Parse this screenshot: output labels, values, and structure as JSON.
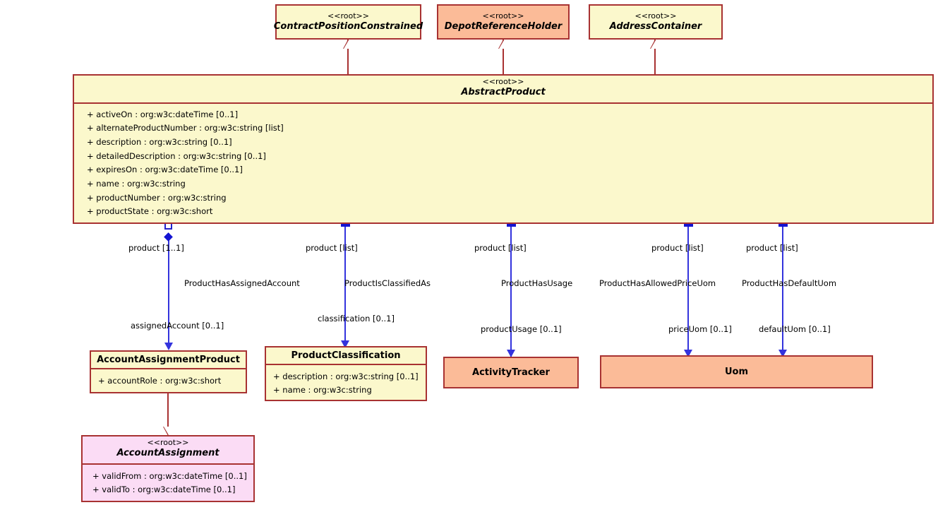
{
  "diagram": {
    "title": "AbstractProduct UML class diagram",
    "colors": {
      "class_border": "#a83232",
      "class_fill_yellow": "#fbf8cc",
      "class_fill_orange": "#fbbb98",
      "class_fill_pink": "#fbdcf5",
      "association_line": "#3333dd",
      "generalization_line": "#a83232"
    },
    "stereotype_root": "<<root>>"
  },
  "classes": {
    "contract_position_constrained": {
      "stereotype": "<<root>>",
      "name": "ContractPositionConstrained",
      "attributes": []
    },
    "depot_reference_holder": {
      "stereotype": "<<root>>",
      "name": "DepotReferenceHolder",
      "attributes": []
    },
    "address_container": {
      "stereotype": "<<root>>",
      "name": "AddressContainer",
      "attributes": []
    },
    "abstract_product": {
      "stereotype": "<<root>>",
      "name": "AbstractProduct",
      "attributes": [
        "+ activeOn : org:w3c:dateTime [0..1]",
        "+ alternateProductNumber : org:w3c:string [list]",
        "+ description : org:w3c:string [0..1]",
        "+ detailedDescription : org:w3c:string [0..1]",
        "+ expiresOn : org:w3c:dateTime [0..1]",
        "+ name : org:w3c:string",
        "+ productNumber : org:w3c:string",
        "+ productState : org:w3c:short"
      ]
    },
    "account_assignment_product": {
      "stereotype": "",
      "name": "AccountAssignmentProduct",
      "attributes": [
        "+ accountRole : org:w3c:short"
      ]
    },
    "product_classification": {
      "stereotype": "",
      "name": "ProductClassification",
      "attributes": [
        "+ description : org:w3c:string [0..1]",
        "+ name : org:w3c:string"
      ]
    },
    "activity_tracker": {
      "stereotype": "",
      "name": "ActivityTracker",
      "attributes": []
    },
    "uom": {
      "stereotype": "",
      "name": "Uom",
      "attributes": []
    },
    "account_assignment": {
      "stereotype": "<<root>>",
      "name": "AccountAssignment",
      "attributes": [
        "+ validFrom : org:w3c:dateTime [0..1]",
        "+ validTo  : org:w3c:dateTime [0..1]"
      ]
    }
  },
  "associations": [
    {
      "name": "ProductHasAssignedAccount",
      "source_role": "product [1..1]",
      "target_role": "assignedAccount [0..1]",
      "from": "AbstractProduct",
      "to": "AccountAssignmentProduct",
      "kind": "composition"
    },
    {
      "name": "ProductIsClassifiedAs",
      "source_role": "product [list]",
      "target_role": "classification [0..1]",
      "from": "AbstractProduct",
      "to": "ProductClassification",
      "kind": "association"
    },
    {
      "name": "ProductHasUsage",
      "source_role": "product [list]",
      "target_role": "productUsage [0..1]",
      "from": "AbstractProduct",
      "to": "ActivityTracker",
      "kind": "association"
    },
    {
      "name": "ProductHasAllowedPriceUom",
      "source_role": "product [list]",
      "target_role": "priceUom [0..1]",
      "from": "AbstractProduct",
      "to": "Uom",
      "kind": "association"
    },
    {
      "name": "ProductHasDefaultUom",
      "source_role": "product [list]",
      "target_role": "defaultUom [0..1]",
      "from": "AbstractProduct",
      "to": "Uom",
      "kind": "association"
    }
  ],
  "generalizations": [
    {
      "sub": "AbstractProduct",
      "super": "ContractPositionConstrained"
    },
    {
      "sub": "AbstractProduct",
      "super": "DepotReferenceHolder"
    },
    {
      "sub": "AbstractProduct",
      "super": "AddressContainer"
    },
    {
      "sub": "AccountAssignmentProduct",
      "super": "AccountAssignment"
    }
  ]
}
